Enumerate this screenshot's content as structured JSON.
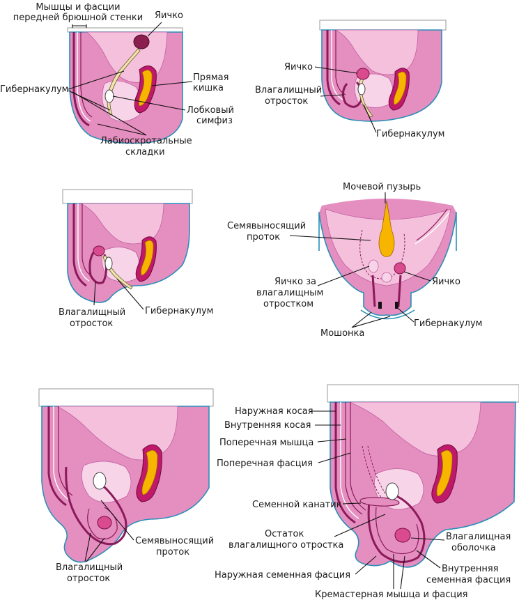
{
  "panel1": {
    "muscles": [
      "Мышцы и фасции",
      "передней брюшной стенки"
    ],
    "testis": "Яичко",
    "rectum": [
      "Прямая",
      "кишка"
    ],
    "gubernaculum": "Гибернакулум",
    "symphysis": [
      "Лобковый",
      "симфиз"
    ],
    "folds": [
      "Лабиоскротальные",
      "складки"
    ]
  },
  "panel2": {
    "testis": "Яичко",
    "process": [
      "Влагалищный",
      "отросток"
    ],
    "gubernaculum": "Гибернакулум"
  },
  "panel3": {
    "process": [
      "Влагалищный",
      "отросток"
    ],
    "gubernaculum": "Гибернакулум"
  },
  "panel4": {
    "bladder": "Мочевой пузырь",
    "vas": [
      "Семявыносящий",
      "проток"
    ],
    "testis_behind": [
      "Яичко за",
      "влагалищным",
      "отростком"
    ],
    "testis": "Яичко",
    "scrotum": "Мошонка",
    "gubernaculum": "Гибернакулум"
  },
  "panel5": {
    "vas": [
      "Семявыносящий",
      "проток"
    ],
    "process": [
      "Влагалищный",
      "отросток"
    ]
  },
  "panel6": {
    "ext_oblique": "Наружная косая",
    "int_oblique": "Внутренняя косая",
    "transverse_muscle": "Поперечная мышца",
    "transverse_fascia": "Поперечная фасция",
    "cord": "Семенной канатик",
    "remnant": [
      "Остаток",
      "влагалищного отростка"
    ],
    "ext_spermatic": "Наружная семенная фасция",
    "tunica": [
      "Влагалищная",
      "оболочка"
    ],
    "int_spermatic": [
      "Внутренняя",
      "семенная фасция"
    ],
    "cremaster": "Кремастерная мышца и фасция"
  }
}
